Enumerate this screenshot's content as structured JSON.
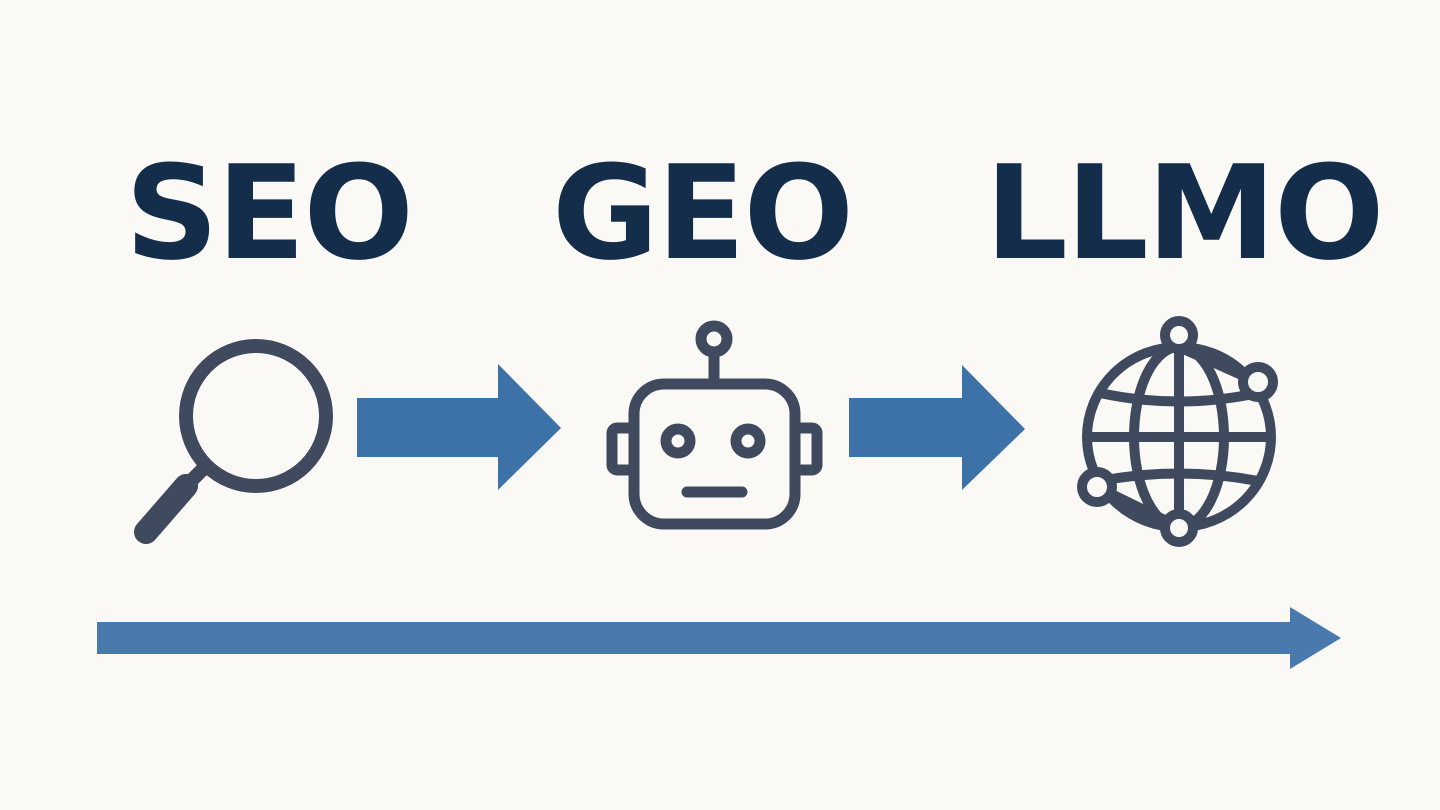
{
  "stages": [
    {
      "label": "SEO",
      "icon": "magnifying-glass-icon"
    },
    {
      "label": "GEO",
      "icon": "robot-icon"
    },
    {
      "label": "LLMO",
      "icon": "globe-network-icon"
    }
  ],
  "colors": {
    "background": "#FBF9F6",
    "title_text": "#132D4A",
    "icon_stroke": "#3F4A5E",
    "arrow": "#3C72A8",
    "timeline": "#4A79AD"
  }
}
